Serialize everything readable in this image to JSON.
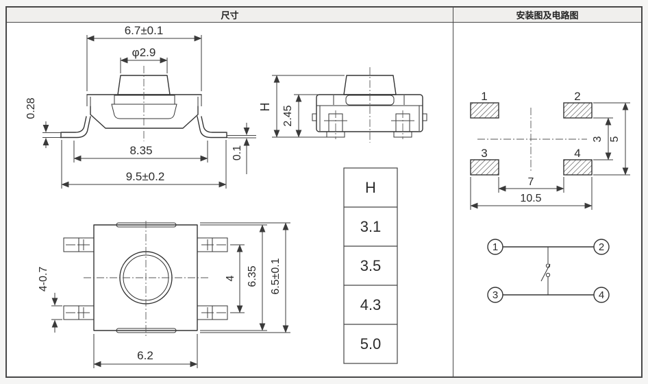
{
  "header": {
    "left_title": "尺寸",
    "right_title": "安装图及电路图"
  },
  "front_view": {
    "top_width": "6.7±0.1",
    "button_dia": "φ2.9",
    "lead_thickness": "0.28",
    "inner_width": "8.35",
    "total_width": "9.5±0.2",
    "coplanarity": "0.1"
  },
  "side_view": {
    "total_height": "H",
    "body_height": "2.45"
  },
  "top_view": {
    "lead_width": "4-0.7",
    "lead_pitch": "4",
    "body_depth": "6.35",
    "overall_depth": "6.5±0.1",
    "body_width": "6.2"
  },
  "height_table": {
    "header": "H",
    "values": [
      "3.1",
      "3.5",
      "4.3",
      "5.0"
    ]
  },
  "pad_layout": {
    "pad_labels": [
      "1",
      "2",
      "3",
      "4"
    ],
    "row_gap": "3",
    "row_span": "5",
    "col_gap": "7",
    "col_span": "10.5"
  },
  "circuit": {
    "terminal_labels": [
      "1",
      "2",
      "3",
      "4"
    ]
  },
  "colors": {
    "line": "#333333",
    "dim_line": "#3a3a3a",
    "header_bg": "#f0efed",
    "page_bg": "#f5f5f4",
    "paper": "#ffffff",
    "border": "#474747"
  }
}
